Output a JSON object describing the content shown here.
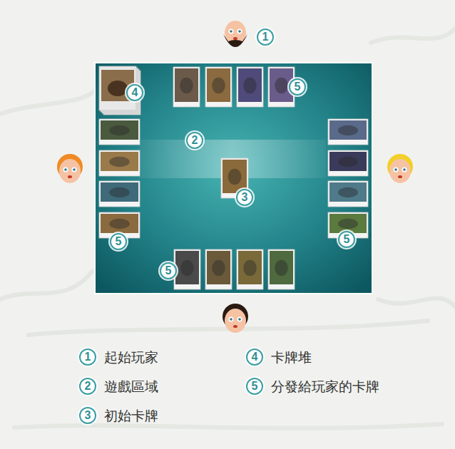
{
  "diagram": {
    "nodes": [
      {
        "text": [
          "1"
        ]
      },
      {
        "text": [
          "4"
        ]
      },
      {
        "text": [
          "5"
        ]
      },
      {
        "text": [
          "2"
        ]
      },
      {
        "text": [
          "3"
        ]
      },
      {
        "text": [
          "5"
        ]
      },
      {
        "text": [
          "5"
        ]
      },
      {
        "text": [
          "5"
        ]
      },
      {
        "text": [
          "1"
        ]
      },
      {
        "text": [
          "4"
        ]
      },
      {
        "text": [
          "2"
        ]
      },
      {
        "text": [
          "5"
        ]
      },
      {
        "text": [
          "3"
        ]
      }
    ],
    "labels": [
      "起始玩家",
      "卡牌堆",
      "遊戲區域",
      "分發給玩家的卡牌",
      "初始卡牌"
    ]
  }
}
